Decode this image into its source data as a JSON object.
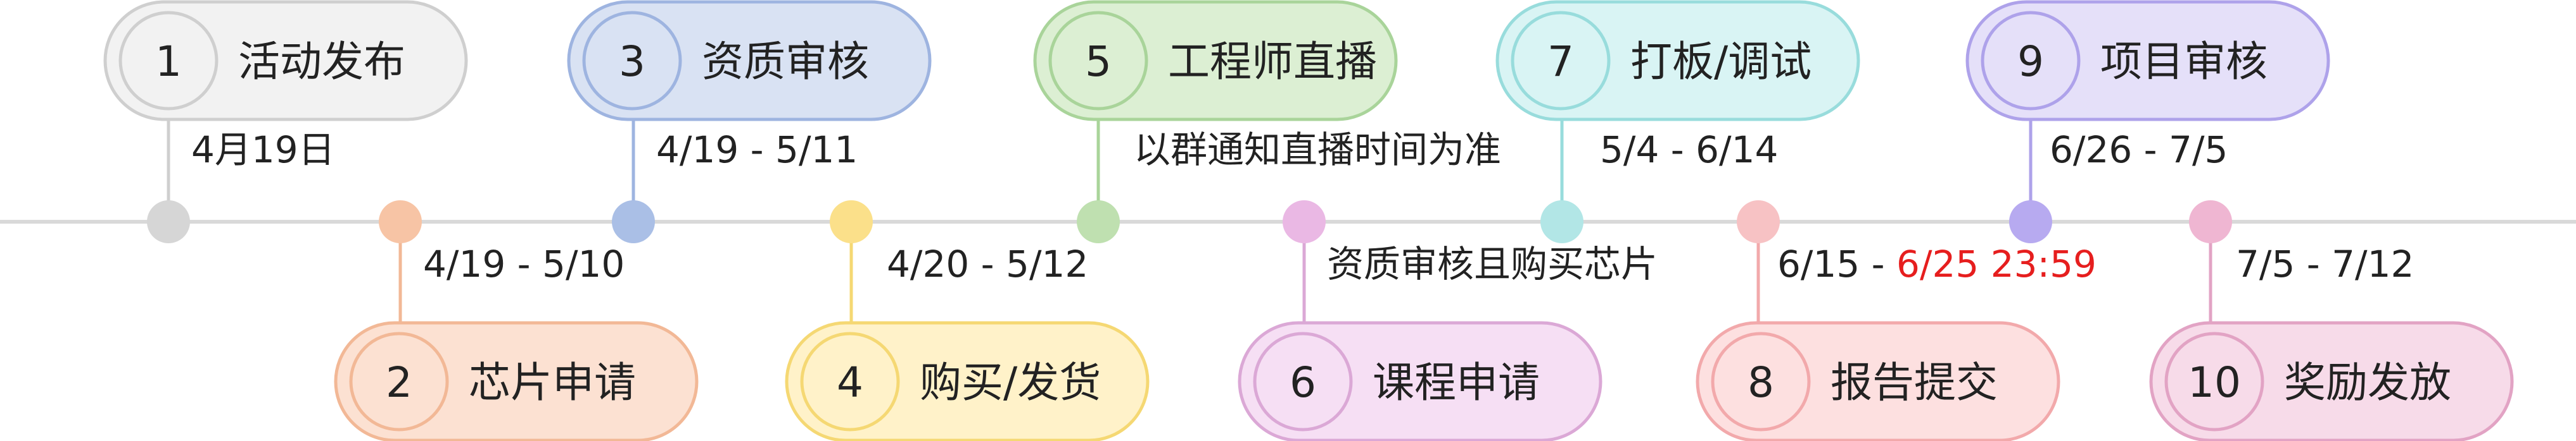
{
  "steps": [
    {
      "num": "1",
      "label": "活动发布",
      "date": "4月19日",
      "fill": "#f2f2f2",
      "stroke": "#cfcfcf",
      "dot": "#d6d6d6"
    },
    {
      "num": "2",
      "label": "芯片申请",
      "date": "4/19 - 5/10",
      "fill": "#fce1d2",
      "stroke": "#f2b896",
      "dot": "#f7c4a5"
    },
    {
      "num": "3",
      "label": "资质审核",
      "date": "4/19 - 5/11",
      "fill": "#d9e2f3",
      "stroke": "#9eb4e0",
      "dot": "#aabfe6"
    },
    {
      "num": "4",
      "label": "购买/发货",
      "date": "4/20 - 5/12",
      "fill": "#fff2c9",
      "stroke": "#f5d873",
      "dot": "#fbe08a"
    },
    {
      "num": "5",
      "label": "工程师直播",
      "date": "以群通知直播时间为准",
      "fill": "#dcefd3",
      "stroke": "#a9d49a",
      "dot": "#bfe0b0"
    },
    {
      "num": "6",
      "label": "课程申请",
      "date": "资质审核且购买芯片",
      "fill": "#f6dff4",
      "stroke": "#dba8d6",
      "dot": "#eab8e4"
    },
    {
      "num": "7",
      "label": "打板/调试",
      "date": "5/4 - 6/14",
      "fill": "#d9f4f4",
      "stroke": "#98dcdc",
      "dot": "#b2e6e6"
    },
    {
      "num": "8",
      "label": "报告提交",
      "date": "6/15 - ",
      "date_highlight": "6/25 23:59",
      "fill": "#fde0e0",
      "stroke": "#f2a9ab",
      "dot": "#f7c2c4"
    },
    {
      "num": "9",
      "label": "项目审核",
      "date": "6/26 - 7/5",
      "fill": "#e5e0f9",
      "stroke": "#aea2ea",
      "dot": "#b7aaf0"
    },
    {
      "num": "10",
      "label": "奖励发放",
      "date": "7/5 - 7/12",
      "fill": "#f7dbe9",
      "stroke": "#e2a3c4",
      "dot": "#efb6d2"
    }
  ],
  "colors": {
    "timeline": "#d9d9d9",
    "text": "#222222",
    "highlight": "#e61e1e"
  }
}
